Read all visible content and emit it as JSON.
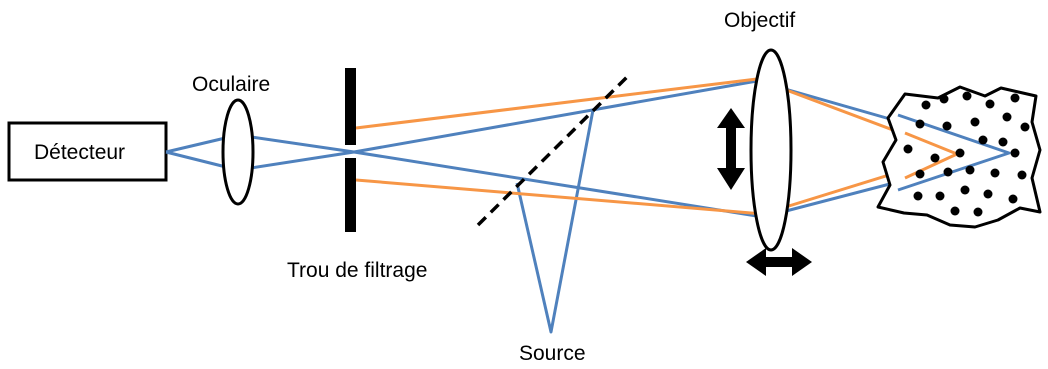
{
  "labels": {
    "detecteur": "Détecteur",
    "oculaire": "Oculaire",
    "trou_de_filtrage": "Trou de filtrage",
    "source": "Source",
    "objectif": "Objectif"
  },
  "colors": {
    "blue_ray": "#4F81BD",
    "orange_ray": "#F79646",
    "outline": "#000000",
    "background": "#FFFFFF"
  }
}
